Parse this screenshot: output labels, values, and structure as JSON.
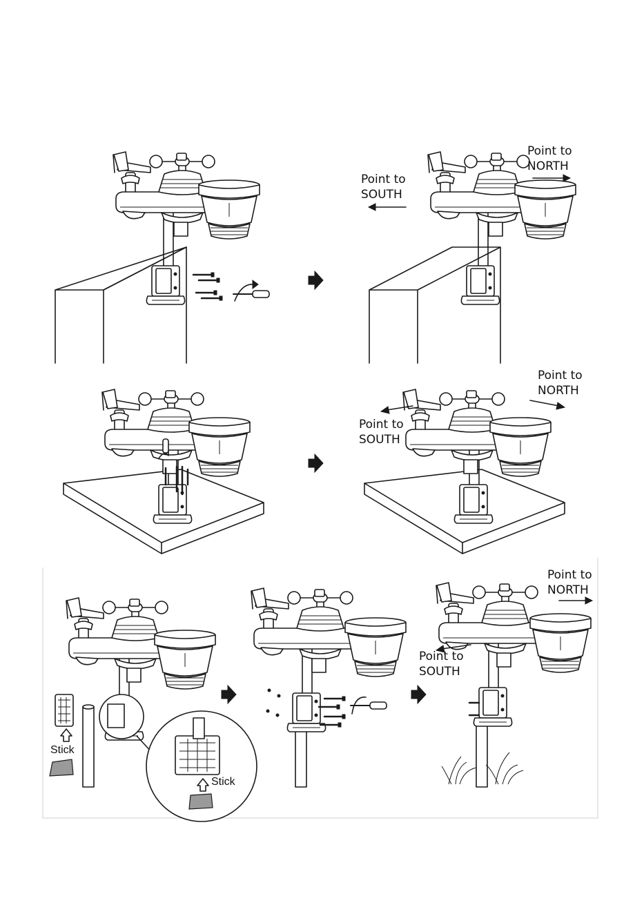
{
  "labels": {
    "north": "Point to\nNORTH",
    "south": "Point to\nSOUTH",
    "stick": "Stick"
  },
  "colors": {
    "line": "#1a1a1a",
    "background": "#ffffff",
    "accent_gray": "#9a9a9a"
  },
  "icons": [
    "next-step-arrow-icon",
    "up-arrow-outline-icon",
    "screwdriver-icon",
    "screw-icon",
    "rotation-arrow-icon"
  ]
}
